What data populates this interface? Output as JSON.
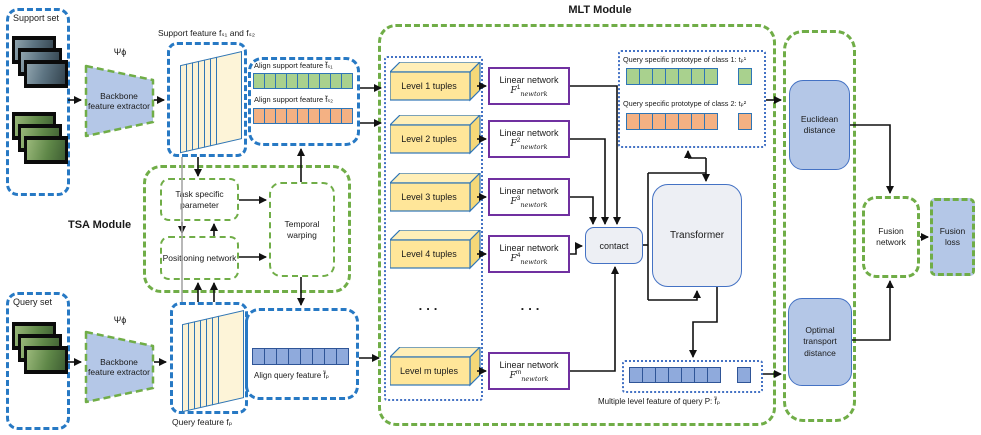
{
  "left": {
    "support_set_label": "Support set",
    "query_set_label": "Query set",
    "psi_phi": "Ψϕ",
    "backbone_label": "Backbone feature extractor",
    "support_feature_label": "Support feature fₛ₁ and fₛ₂",
    "query_feature_label": "Query feature fₚ",
    "align_support_1": "Align support feature f̃ₛ₁",
    "align_support_2": "Align support feature f̃ₛ₂",
    "align_query": "Align query feature f̃ₚ"
  },
  "tsa": {
    "title": "TSA Module",
    "task_box": "Task specific parameter",
    "positioning_box": "Positioning network",
    "warping_box": "Temporal warping"
  },
  "mlt": {
    "title": "MLT Module",
    "ellipsis": "...",
    "levels": [
      {
        "tuple_label": "Level 1 tuples",
        "linear_label": "Linear network",
        "f": "F",
        "sup": "1",
        "sub": "newtork"
      },
      {
        "tuple_label": "Level 2 tuples",
        "linear_label": "Linear network",
        "f": "F",
        "sup": "2",
        "sub": "newtork"
      },
      {
        "tuple_label": "Level 3 tuples",
        "linear_label": "Linear network",
        "f": "F",
        "sup": "3",
        "sub": "newtork"
      },
      {
        "tuple_label": "Level 4 tuples",
        "linear_label": "Linear network",
        "f": "F",
        "sup": "4",
        "sub": "newtork"
      },
      {
        "tuple_label": "Level m tuples",
        "linear_label": "Linear network",
        "f": "F",
        "sup": "m",
        "sub": "newtork"
      }
    ],
    "contact_label": "contact",
    "transformer_label": "Transformer",
    "prototype_1": "Query specific prototype of class 1: tₚ¹",
    "prototype_2": "Query specific prototype of class 2: tₚ²",
    "multi_level_label": "Multiple level feature of query P: f̃ₚ"
  },
  "right": {
    "euclidean": "Euclidean distance",
    "optimal": "Optimal transport distance",
    "fusion_network": "Fusion network",
    "fusion_loss": "Fusion loss"
  },
  "cells": {
    "align_s1": {
      "groups": [
        9
      ],
      "w": 12,
      "h": 16,
      "gap": 0,
      "color": "#A9D18E",
      "border": "#2E75B6"
    },
    "align_s2": {
      "groups": [
        9
      ],
      "w": 12,
      "h": 16,
      "gap": 0,
      "color": "#F4B183",
      "border": "#2E75B6"
    },
    "align_q": {
      "groups": [
        8
      ],
      "w": 13,
      "h": 17,
      "gap": 0,
      "color": "#8FAADC",
      "border": "#2F5597"
    },
    "proto_1": {
      "groups": [
        7,
        1
      ],
      "w": 14,
      "h": 17,
      "gap": 20,
      "color": "#A9D18E",
      "border": "#2E75B6"
    },
    "proto_2": {
      "groups": [
        7,
        1
      ],
      "w": 14,
      "h": 17,
      "gap": 20,
      "color": "#F4B183",
      "border": "#2E75B6"
    },
    "multi_q": {
      "groups": [
        7,
        1
      ],
      "w": 14,
      "h": 16,
      "gap": 16,
      "color": "#8FAADC",
      "border": "#2F5597"
    }
  },
  "colors": {
    "green_dash": "#70AD47",
    "blue_dash": "#2779C4",
    "blue_dot": "#4472C4",
    "purple": "#7030A0",
    "box_blue": "#B4C7E7",
    "tuple_yellow": "#FFE699",
    "cell_green": "#A9D18E",
    "cell_orange": "#F4B183",
    "cell_blue": "#8FAADC"
  }
}
